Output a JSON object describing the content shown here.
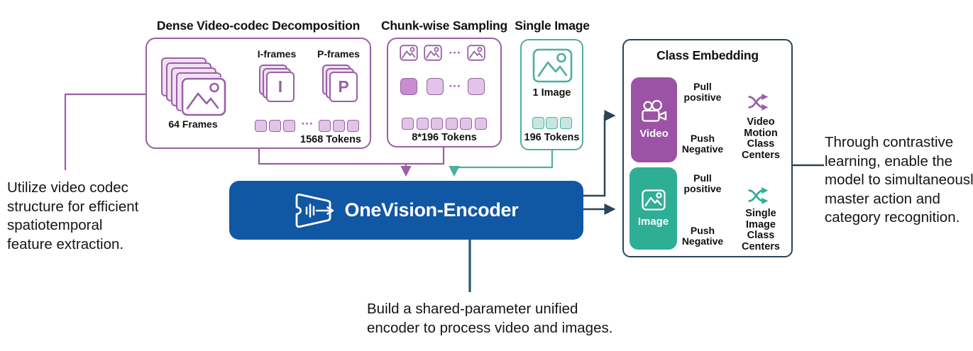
{
  "diagram": {
    "dense": {
      "title": "Dense Video-codec Decomposition",
      "frames_label": "64 Frames",
      "iframes_label": "I-frames",
      "pframes_label": "P-frames",
      "i_letter": "I",
      "p_letter": "P",
      "dots": "···",
      "tokens_label": "1568 Tokens"
    },
    "chunk": {
      "title": "Chunk-wise Sampling",
      "dots_top": "···",
      "dots_mid": "···",
      "tokens_label": "8*196 Tokens"
    },
    "single": {
      "title": "Single Image",
      "image_label": "1 Image",
      "tokens_label": "196 Tokens"
    },
    "class_embedding": {
      "title": "Class Embedding",
      "video": {
        "label": "Video",
        "pull": [
          "Pull",
          "positive"
        ],
        "push": [
          "Push",
          "Negative"
        ],
        "centers": [
          "Video Motion",
          "Class Centers"
        ]
      },
      "image": {
        "label": "Image",
        "pull": [
          "Pull",
          "positive"
        ],
        "push": [
          "Push",
          "Negative"
        ],
        "centers": [
          "Single Image",
          "Class Centers"
        ]
      }
    },
    "encoder": {
      "label": "OneVision-Encoder"
    },
    "notes": {
      "left": [
        "Utilize video codec",
        "structure for efficient",
        "spatiotemporal",
        "feature extraction."
      ],
      "bottom": [
        "Build a shared-parameter unified",
        "encoder to process video and images."
      ],
      "right": [
        "Through contrastive",
        "learning, enable the",
        "model to simultaneously",
        "master action and",
        "category recognition."
      ]
    },
    "colors": {
      "purple": "#9A5FA6",
      "purple_token_fill": "#E2C4E8",
      "purple_dark_fill": "#C78CD2",
      "video_block": "#9C52A5",
      "teal": "#4FAE9F",
      "teal_token_fill": "#C6E7E0",
      "image_block": "#2FAE96",
      "navy": "#2A4558",
      "encoder_blue": "#1057A4",
      "stem_line": "#245B6C"
    }
  }
}
